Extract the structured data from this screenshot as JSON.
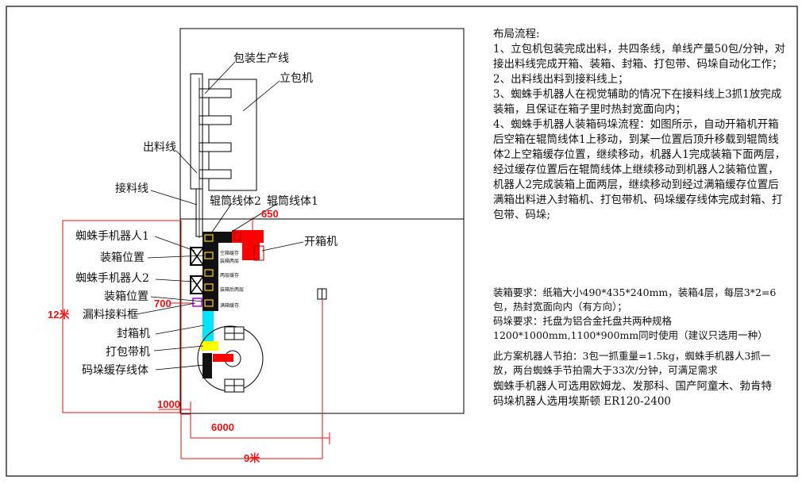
{
  "labels": {
    "packaging_line": "包装生产线",
    "vertical_packer": "立包机",
    "outfeed_line": "出料线",
    "receiving_line": "接料线",
    "roller_line_2": "辊筒线体2",
    "roller_line_1": "辊筒线体1",
    "box_opener": "开箱机",
    "spider_robot_1": "蜘蛛手机器人1",
    "packing_position_1": "装箱位置",
    "spider_robot_2": "蜘蛛手机器人2",
    "packing_position_2": "装箱位置",
    "spill_frame": "漏料接料框",
    "sealer": "封箱机",
    "strapper": "打包带机",
    "pallet_buffer_line": "码垛缓存线体"
  },
  "buffer_labels": [
    "空箱缓存",
    "装箱两层",
    "两层缓存",
    "装箱后两层",
    "满箱缓存"
  ],
  "dimensions": {
    "d650": "650",
    "d700": "700",
    "d12m": "12米",
    "d1000": "1000",
    "d6000": "6000",
    "d9m": "9米"
  },
  "notes": {
    "flow_title": "布局流程:",
    "flow": [
      "1、立包机包装完成出料，共四条线，单线产量50包/分钟，对接出料线完成开箱、装箱、封箱、打包带、码垛自动化工作；",
      "2、出料线出料到接料线上；",
      "3、蜘蛛手机器人在视觉辅助的情况下在接料线上3抓1放完成装箱，且保证在箱子里时热封宽面向内；",
      "4、蜘蛛手机器人装箱码垛流程：如图所示，自动开箱机开箱后空箱在辊筒线体1上移动，到某一位置后顶升移载到辊筒线体2上空箱缓存位置，继续移动，机器人1完成装箱下面两层，经过缓存位置后在辊筒线体上继续移动到机器人2装箱位置，机器人2完成装箱上面两层，继续移动到经过满箱缓存位置后满箱出料进入封箱机、打包带机、码垛缓存线体完成封箱、打包带、码垛;"
    ],
    "req_packing": "装箱要求：纸箱大小490*435*240mm，装箱4层，每层3*2=6包，热封宽面向内（有方向）；",
    "req_pallet": "码垛要求：托盘为铝合金托盘共两种规格",
    "req_pallet_sizes": "1200*1000mm,1100*900mm同时使用（建议只选用一种）",
    "cycle": "此方案机器人节拍：3包一抓重量=1.5kg，蜘蛛手机器人3抓一放，两台蜘蛛手节拍需大于33次/分钟，可满足需求",
    "robot_brands": "蜘蛛手机器人可选用欧姆龙、发那科、国产阿童木、勃肯特",
    "pallet_robot": "码垛机器人选用埃斯顿 ER120-2400"
  },
  "colors": {
    "dimension": "#e11111",
    "sealer": "#00e5ff",
    "strapper": "#ffff00",
    "opener": "#ff0000",
    "spill_frame": "#aa00ff"
  }
}
